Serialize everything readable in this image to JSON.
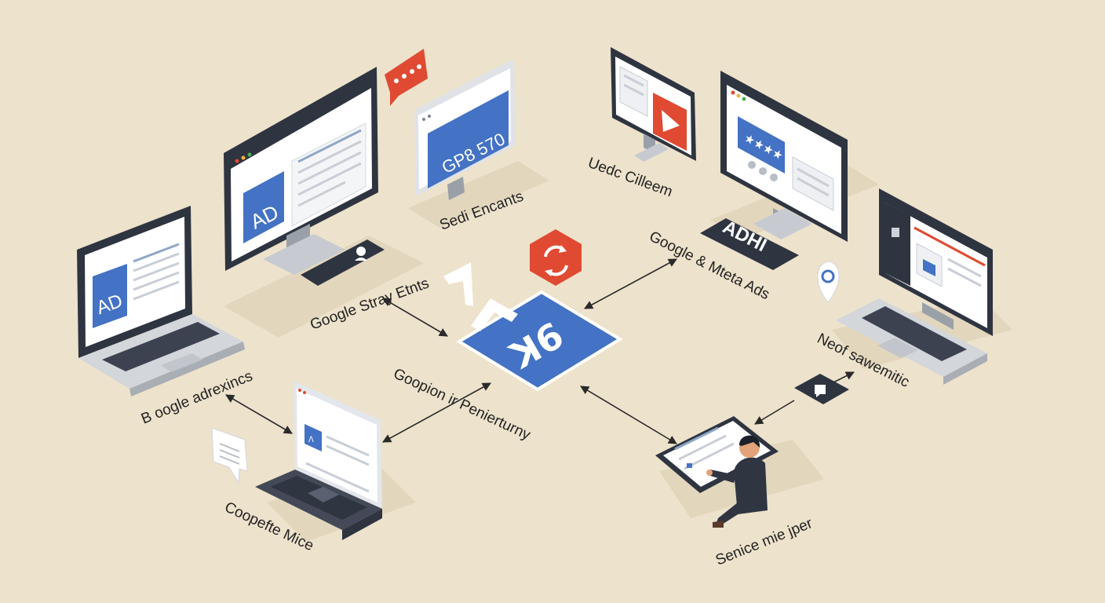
{
  "labels": {
    "boogle_adrexincs": "B oogle adrexincs",
    "google_stray_etnts": "Google Stray Etnts",
    "sedi_encants": "Sedi Encants",
    "uedc_cilleem": "Uedc Cilleem",
    "google_meta_ads": "Google & Mteta Ads",
    "neof_sawemitic": "Neof sawemitic",
    "goopion_penierturny": "Goopion ir Penierturny",
    "coopefte_mice": "Coopefte Mice",
    "senice_mie_jper": "Senice mie jper"
  },
  "screens": {
    "left_laptop_ad": "AD",
    "big_monitor_ad": "AD",
    "banner_text": "GP8 570",
    "adhi_badge": "ADHI",
    "stars": "★★★★",
    "hub_glyph": "ꓘ6",
    "hub_mark": "ꓥ"
  },
  "colors": {
    "background": "#ede2cb",
    "accent_blue": "#4472c4",
    "accent_red": "#e04a32",
    "frame_dark": "#2e3440"
  },
  "icons": [
    "chat-bubble-icon",
    "sync-hexagon-icon",
    "location-pin-icon",
    "camera-tile-icon",
    "lock-icon",
    "message-note-icon",
    "play-arrow-icon"
  ]
}
